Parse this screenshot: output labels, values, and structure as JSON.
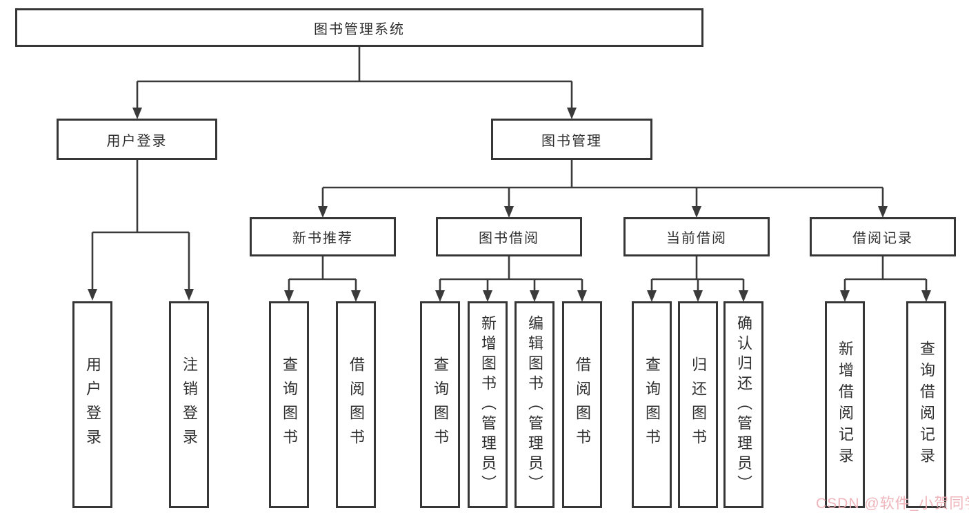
{
  "diagram": {
    "title": "图书管理系统",
    "nodes": {
      "root": "图书管理系统",
      "userLogin": "用户登录",
      "bookMgmt": "图书管理",
      "newBookRec": "新书推荐",
      "bookBorrow": "图书借阅",
      "currentBorrow": "当前借阅",
      "borrowRecord": "借阅记录",
      "leafUserLogin": "用户登录",
      "leafLogout": "注销登录",
      "leafQueryBook1": "查询图书",
      "leafBorrowBook1": "借阅图书",
      "leafQueryBook2": "查询图书",
      "leafAddBook": "新增图书（管理员）",
      "leafEditBook": "编辑图书（管理员）",
      "leafBorrowBook2": "借阅图书",
      "leafQueryBook3": "查询图书",
      "leafReturnBook": "归还图书",
      "leafConfirmReturn": "确认归还（管理员）",
      "leafAddRecord": "新增借阅记录",
      "leafQueryRecord": "查询借阅记录"
    },
    "tree": {
      "图书管理系统": {
        "用户登录": [
          "用户登录",
          "注销登录"
        ],
        "图书管理": {
          "新书推荐": [
            "查询图书",
            "借阅图书"
          ],
          "图书借阅": [
            "查询图书",
            "新增图书（管理员）",
            "编辑图书（管理员）",
            "借阅图书"
          ],
          "当前借阅": [
            "查询图书",
            "归还图书",
            "确认归还（管理员）"
          ],
          "借阅记录": [
            "新增借阅记录",
            "查询借阅记录"
          ]
        }
      }
    },
    "colors": {
      "line": "#3a3a3a",
      "box_border": "#363636",
      "text": "#2f2f2f",
      "watermark": "#eeb1b7",
      "background": "#ffffff"
    }
  },
  "watermark": {
    "text": "CSDN @软件_小贺同学"
  }
}
